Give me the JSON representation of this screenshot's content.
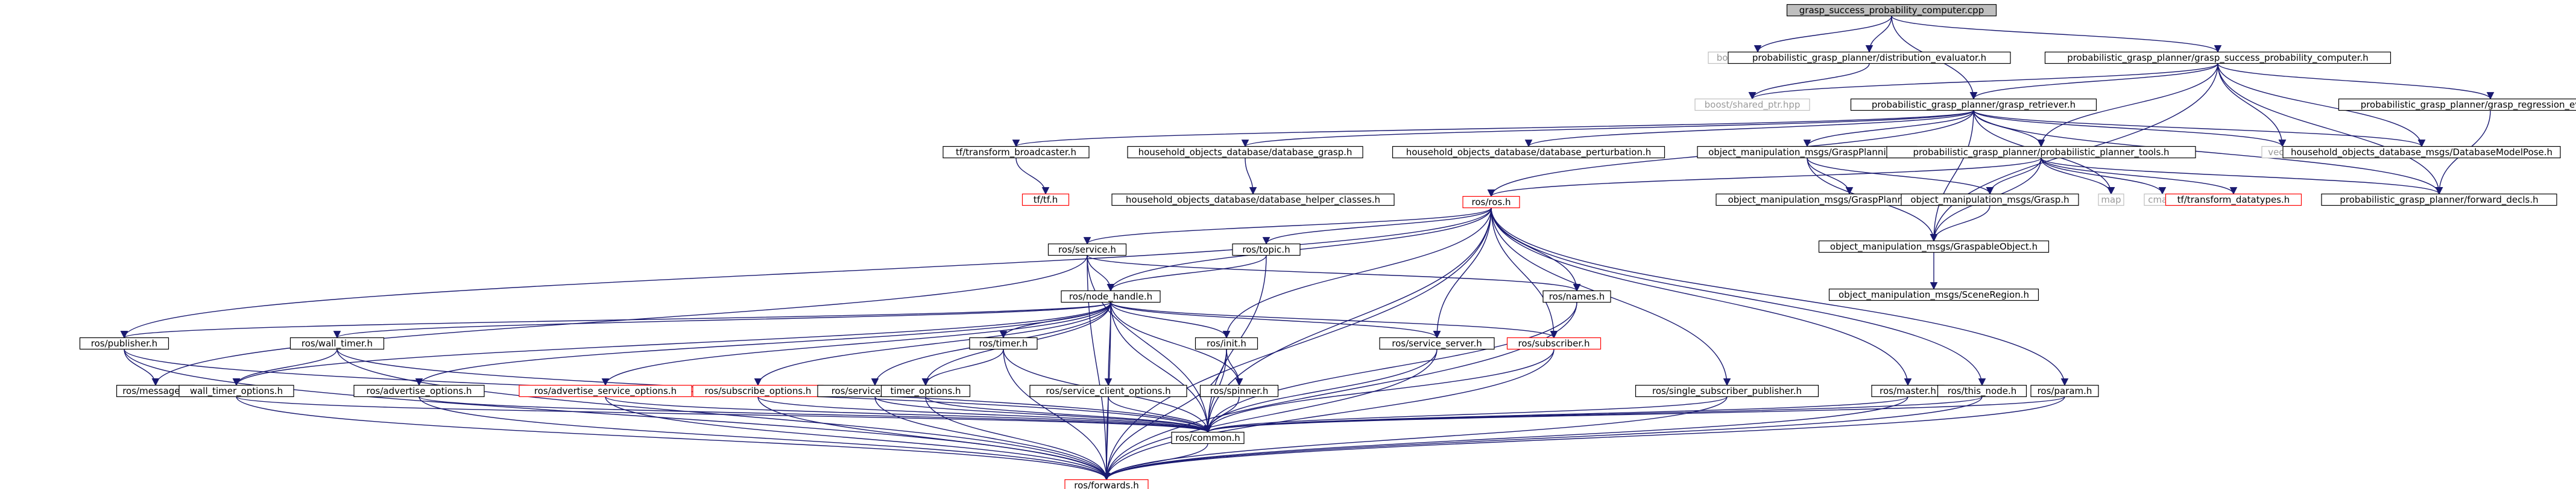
{
  "colors": {
    "edge": "#191970",
    "box": "#000000",
    "missing": "#bfbfbf",
    "undocumented": "#ff0000",
    "root_fill": "#bfbfbf"
  },
  "nodes": [
    {
      "id": "root",
      "label": "grasp_success_probability_computer.cpp",
      "style": "root"
    },
    {
      "id": "bforeach",
      "label": "boost/foreach.hpp",
      "style": "grey"
    },
    {
      "id": "dist",
      "label": "probabilistic_grasp_planner/distribution_evaluator.h",
      "style": "normal"
    },
    {
      "id": "gspc",
      "label": "probabilistic_grasp_planner/grasp_success_probability_computer.h",
      "style": "normal"
    },
    {
      "id": "bshared",
      "label": "boost/shared_ptr.hpp",
      "style": "grey"
    },
    {
      "id": "gret",
      "label": "probabilistic_grasp_planner/grasp_retriever.h",
      "style": "normal"
    },
    {
      "id": "regr",
      "label": "probabilistic_grasp_planner/grasp_regression_evaluator.h",
      "style": "normal"
    },
    {
      "id": "tfbr",
      "label": "tf/transform_broadcaster.h",
      "style": "normal"
    },
    {
      "id": "hodbg",
      "label": "household_objects_database/database_grasp.h",
      "style": "normal"
    },
    {
      "id": "hodbp",
      "label": "household_objects_database/database_perturbation.h",
      "style": "normal"
    },
    {
      "id": "omgp",
      "label": "object_manipulation_msgs/GraspPlanning.h",
      "style": "normal"
    },
    {
      "id": "ppt",
      "label": "probabilistic_grasp_planner/probabilistic_planner_tools.h",
      "style": "normal"
    },
    {
      "id": "vector",
      "label": "vector",
      "style": "grey"
    },
    {
      "id": "hodbmp",
      "label": "household_objects_database_msgs/DatabaseModelPose.h",
      "style": "normal"
    },
    {
      "id": "tftf",
      "label": "tf/tf.h",
      "style": "red"
    },
    {
      "id": "hodbhc",
      "label": "household_objects_database/database_helper_classes.h",
      "style": "normal"
    },
    {
      "id": "omgpec",
      "label": "object_manipulation_msgs/GraspPlanningErrorCode.h",
      "style": "normal"
    },
    {
      "id": "omgrasp",
      "label": "object_manipulation_msgs/Grasp.h",
      "style": "normal"
    },
    {
      "id": "map",
      "label": "map",
      "style": "grey"
    },
    {
      "id": "cmath",
      "label": "cmath",
      "style": "grey"
    },
    {
      "id": "tfdt",
      "label": "tf/transform_datatypes.h",
      "style": "red"
    },
    {
      "id": "fwd",
      "label": "probabilistic_grasp_planner/forward_decls.h",
      "style": "normal"
    },
    {
      "id": "rosh",
      "label": "ros/ros.h",
      "style": "red"
    },
    {
      "id": "omgo",
      "label": "object_manipulation_msgs/GraspableObject.h",
      "style": "normal"
    },
    {
      "id": "omsr",
      "label": "object_manipulation_msgs/SceneRegion.h",
      "style": "normal"
    },
    {
      "id": "service",
      "label": "ros/service.h",
      "style": "normal"
    },
    {
      "id": "topic",
      "label": "ros/topic.h",
      "style": "normal"
    },
    {
      "id": "nh",
      "label": "ros/node_handle.h",
      "style": "normal"
    },
    {
      "id": "names",
      "label": "ros/names.h",
      "style": "normal"
    },
    {
      "id": "publisher",
      "label": "ros/publisher.h",
      "style": "normal"
    },
    {
      "id": "walltimer",
      "label": "ros/wall_timer.h",
      "style": "normal"
    },
    {
      "id": "timer",
      "label": "ros/timer.h",
      "style": "normal"
    },
    {
      "id": "init",
      "label": "ros/init.h",
      "style": "normal"
    },
    {
      "id": "ssrv",
      "label": "ros/service_server.h",
      "style": "normal"
    },
    {
      "id": "sub",
      "label": "ros/subscriber.h",
      "style": "red"
    },
    {
      "id": "msg",
      "label": "ros/message.h",
      "style": "normal"
    },
    {
      "id": "wto",
      "label": "wall_timer_options.h",
      "style": "normal"
    },
    {
      "id": "advo",
      "label": "ros/advertise_options.h",
      "style": "normal"
    },
    {
      "id": "advso",
      "label": "ros/advertise_service_options.h",
      "style": "red"
    },
    {
      "id": "subo",
      "label": "ros/subscribe_options.h",
      "style": "red"
    },
    {
      "id": "sclient",
      "label": "ros/service_client.h",
      "style": "normal"
    },
    {
      "id": "tmo",
      "label": "timer_options.h",
      "style": "normal"
    },
    {
      "id": "sco",
      "label": "ros/service_client_options.h",
      "style": "normal"
    },
    {
      "id": "spinner",
      "label": "ros/spinner.h",
      "style": "normal"
    },
    {
      "id": "ssp",
      "label": "ros/single_subscriber_publisher.h",
      "style": "normal"
    },
    {
      "id": "master",
      "label": "ros/master.h",
      "style": "normal"
    },
    {
      "id": "thisnode",
      "label": "ros/this_node.h",
      "style": "normal"
    },
    {
      "id": "param",
      "label": "ros/param.h",
      "style": "normal"
    },
    {
      "id": "common",
      "label": "ros/common.h",
      "style": "normal"
    },
    {
      "id": "forwards",
      "label": "ros/forwards.h",
      "style": "red"
    }
  ],
  "edges": [
    [
      "root",
      "bforeach"
    ],
    [
      "root",
      "dist"
    ],
    [
      "root",
      "gspc"
    ],
    [
      "root",
      "gret"
    ],
    [
      "dist",
      "bshared"
    ],
    [
      "gspc",
      "bshared"
    ],
    [
      "gspc",
      "gret"
    ],
    [
      "gspc",
      "regr"
    ],
    [
      "gspc",
      "ppt"
    ],
    [
      "gspc",
      "vector"
    ],
    [
      "gspc",
      "hodbmp"
    ],
    [
      "gspc",
      "fwd"
    ],
    [
      "gspc",
      "omgo"
    ],
    [
      "regr",
      "fwd"
    ],
    [
      "gret",
      "tfbr"
    ],
    [
      "gret",
      "hodbg"
    ],
    [
      "gret",
      "hodbp"
    ],
    [
      "gret",
      "omgp"
    ],
    [
      "gret",
      "ppt"
    ],
    [
      "gret",
      "vector"
    ],
    [
      "gret",
      "hodbmp"
    ],
    [
      "gret",
      "fwd"
    ],
    [
      "gret",
      "rosh"
    ],
    [
      "gret",
      "map"
    ],
    [
      "gret",
      "omgo"
    ],
    [
      "tfbr",
      "tftf"
    ],
    [
      "hodbg",
      "hodbhc"
    ],
    [
      "omgp",
      "omgpec"
    ],
    [
      "omgp",
      "omgrasp"
    ],
    [
      "omgp",
      "omgo"
    ],
    [
      "ppt",
      "omgrasp"
    ],
    [
      "ppt",
      "map"
    ],
    [
      "ppt",
      "cmath"
    ],
    [
      "ppt",
      "tfdt"
    ],
    [
      "ppt",
      "fwd"
    ],
    [
      "ppt",
      "rosh"
    ],
    [
      "ppt",
      "omgo"
    ],
    [
      "omgrasp",
      "omgo"
    ],
    [
      "omgo",
      "omsr"
    ],
    [
      "rosh",
      "service"
    ],
    [
      "rosh",
      "topic"
    ],
    [
      "rosh",
      "nh"
    ],
    [
      "rosh",
      "names"
    ],
    [
      "rosh",
      "publisher"
    ],
    [
      "rosh",
      "init"
    ],
    [
      "rosh",
      "ssrv"
    ],
    [
      "rosh",
      "sub"
    ],
    [
      "rosh",
      "ssp"
    ],
    [
      "rosh",
      "master"
    ],
    [
      "rosh",
      "thisnode"
    ],
    [
      "rosh",
      "param"
    ],
    [
      "rosh",
      "common"
    ],
    [
      "rosh",
      "forwards"
    ],
    [
      "service",
      "nh"
    ],
    [
      "service",
      "names"
    ],
    [
      "service",
      "msg"
    ],
    [
      "service",
      "common"
    ],
    [
      "service",
      "forwards"
    ],
    [
      "topic",
      "nh"
    ],
    [
      "topic",
      "common"
    ],
    [
      "nh",
      "publisher"
    ],
    [
      "nh",
      "walltimer"
    ],
    [
      "nh",
      "timer"
    ],
    [
      "nh",
      "init"
    ],
    [
      "nh",
      "ssrv"
    ],
    [
      "nh",
      "sub"
    ],
    [
      "nh",
      "wto"
    ],
    [
      "nh",
      "advo"
    ],
    [
      "nh",
      "advso"
    ],
    [
      "nh",
      "subo"
    ],
    [
      "nh",
      "sclient"
    ],
    [
      "nh",
      "tmo"
    ],
    [
      "nh",
      "sco"
    ],
    [
      "nh",
      "spinner"
    ],
    [
      "nh",
      "common"
    ],
    [
      "nh",
      "forwards"
    ],
    [
      "names",
      "common"
    ],
    [
      "names",
      "forwards"
    ],
    [
      "publisher",
      "msg"
    ],
    [
      "publisher",
      "common"
    ],
    [
      "publisher",
      "forwards"
    ],
    [
      "walltimer",
      "wto"
    ],
    [
      "walltimer",
      "common"
    ],
    [
      "walltimer",
      "forwards"
    ],
    [
      "wto",
      "common"
    ],
    [
      "wto",
      "forwards"
    ],
    [
      "timer",
      "tmo"
    ],
    [
      "timer",
      "common"
    ],
    [
      "timer",
      "forwards"
    ],
    [
      "tmo",
      "common"
    ],
    [
      "tmo",
      "forwards"
    ],
    [
      "init",
      "spinner"
    ],
    [
      "init",
      "common"
    ],
    [
      "init",
      "forwards"
    ],
    [
      "spinner",
      "common"
    ],
    [
      "ssrv",
      "common"
    ],
    [
      "ssrv",
      "forwards"
    ],
    [
      "sub",
      "common"
    ],
    [
      "sub",
      "forwards"
    ],
    [
      "advo",
      "common"
    ],
    [
      "advo",
      "forwards"
    ],
    [
      "advso",
      "common"
    ],
    [
      "advso",
      "forwards"
    ],
    [
      "subo",
      "common"
    ],
    [
      "subo",
      "forwards"
    ],
    [
      "sclient",
      "common"
    ],
    [
      "sclient",
      "forwards"
    ],
    [
      "sco",
      "common"
    ],
    [
      "sco",
      "forwards"
    ],
    [
      "ssp",
      "common"
    ],
    [
      "ssp",
      "forwards"
    ],
    [
      "master",
      "common"
    ],
    [
      "master",
      "forwards"
    ],
    [
      "thisnode",
      "common"
    ],
    [
      "thisnode",
      "forwards"
    ],
    [
      "param",
      "common"
    ],
    [
      "param",
      "forwards"
    ],
    [
      "common",
      "forwards"
    ]
  ]
}
